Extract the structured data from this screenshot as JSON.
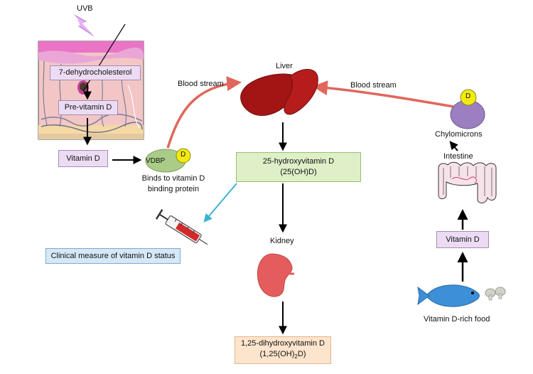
{
  "skin": {
    "uvb": "UVB",
    "dehydro": "7-dehydrocholesterol",
    "previtamin": "Pre-vitamin D",
    "vitamin_d": "Vitamin D"
  },
  "transport": {
    "vdbp": "VDBP",
    "d_badge": "D",
    "binds_line1": "Binds to vitamin D",
    "binds_line2": "binding protein",
    "blood_stream_left": "Blood stream",
    "blood_stream_right": "Blood stream"
  },
  "liver": {
    "label": "Liver",
    "metabolite_line1": "25-hydroxyvitamin D",
    "metabolite_line2": "(25(OH)D)"
  },
  "clinical": {
    "label": "Clinical measure of vitamin D status"
  },
  "kidney": {
    "label": "Kidney",
    "metabolite_line1": "1,25-dihydroxyvitamin D",
    "metabolite_line2_pre": "(1,25(OH)",
    "metabolite_line2_sub": "2",
    "metabolite_line2_post": "D)"
  },
  "gut": {
    "d_badge": "D",
    "chylomicrons": "Chylomicrons",
    "intestine": "Intestine",
    "vitamin_d": "Vitamin D",
    "food": "Vitamin D-rich food"
  },
  "colors": {
    "red_arrow": "#e0675c",
    "cyan_arrow": "#3bb3cf",
    "liver": "#a31515",
    "kidney": "#e45c5c",
    "fish": "#3d8fd6",
    "chylomicron": "#9b7fc1",
    "badge": "#f2ea0f"
  }
}
